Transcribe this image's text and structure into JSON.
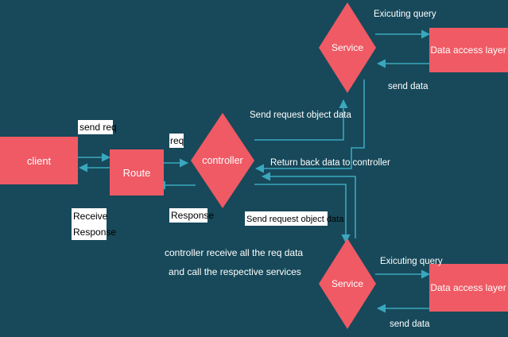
{
  "colors": {
    "background": "#17495a",
    "node_fill": "#ef5a64",
    "connector": "#3aa7bd",
    "label_chip": "#ffffff"
  },
  "nodes": {
    "client": "client",
    "route": "Route",
    "controller": "controller",
    "service_top": "Service",
    "service_bottom": "Service",
    "dal_top": "Data access layer",
    "dal_bottom": "Data access layer"
  },
  "edges": {
    "send_req": "send req",
    "receive_line1": "Receive",
    "receive_line2": "Response",
    "req": "req",
    "response": "Response",
    "send_request_object_top": "Send request object data",
    "return_back": "Return back data to controller",
    "send_request_object_bottom": "Send request object data",
    "executing_query_top": "Exicuting query",
    "send_data_top": "send data",
    "executing_query_bottom": "Exicuting query",
    "send_data_bottom": "send data"
  },
  "notes": {
    "controller_line1": "controller  receive all the req data",
    "controller_line2": "and call the respective services"
  }
}
